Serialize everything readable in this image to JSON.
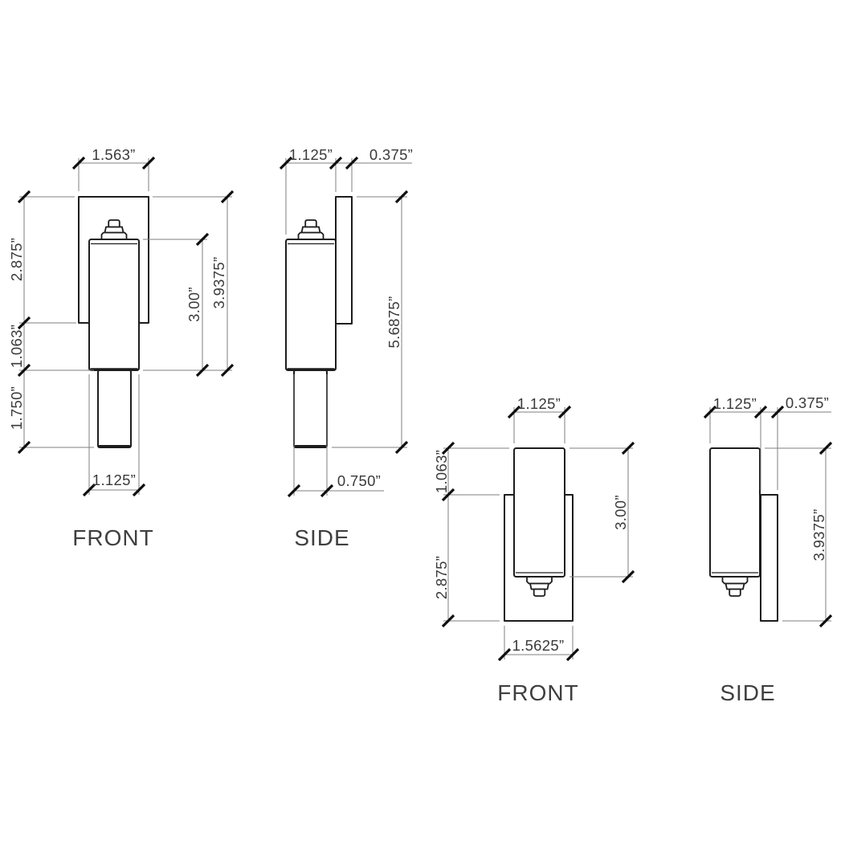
{
  "colors": {
    "background": "#ffffff",
    "object_line": "#1d1d1f",
    "dimension_line": "#7f7f7f",
    "tick": "#0f0f0f",
    "dimension_text": "#3a3a3a",
    "label_text": "#3f3f3f"
  },
  "views": {
    "front_down": {
      "label": "FRONT",
      "dims": {
        "backplate_width": "1.563”",
        "backplate_height": "2.875”",
        "glass_below_plate": "1.063”",
        "stem_length": "1.750”",
        "glass_height": "3.00”",
        "overall_drop": "3.9375”",
        "glass_width": "1.125”"
      }
    },
    "side_down": {
      "label": "SIDE",
      "dims": {
        "glass_depth": "1.125”",
        "plate_thickness": "0.375”",
        "overall_height": "5.6875”",
        "stem_depth": "0.750”"
      }
    },
    "front_up": {
      "label": "FRONT",
      "dims": {
        "glass_width": "1.125”",
        "glass_above_plate": "1.063”",
        "backplate_height": "2.875”",
        "glass_height": "3.00”",
        "backplate_width": "1.5625”"
      }
    },
    "side_up": {
      "label": "SIDE",
      "dims": {
        "glass_depth": "1.125”",
        "plate_thickness": "0.375”",
        "overall_height": "3.9375”"
      }
    }
  }
}
